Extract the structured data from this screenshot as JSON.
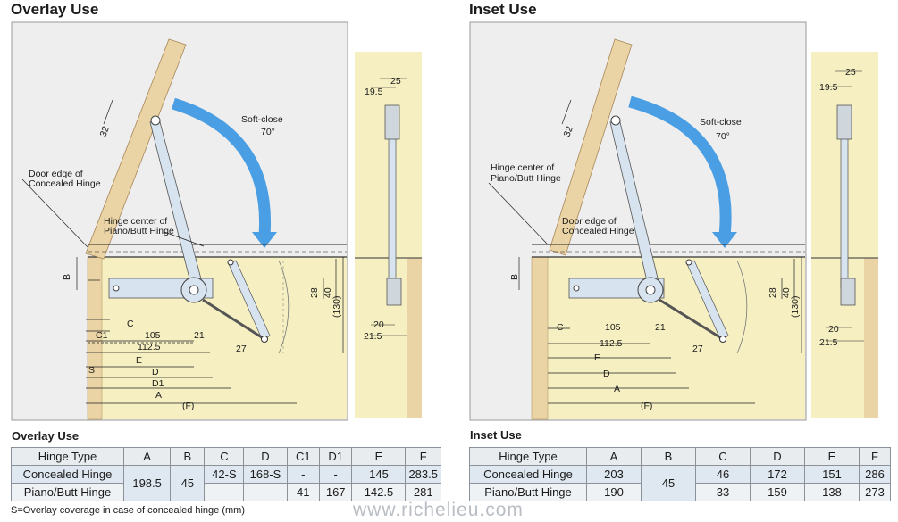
{
  "overlay": {
    "title": "Overlay Use",
    "labels": {
      "soft_close": "Soft-close",
      "angle": "70°",
      "door_edge_1": "Door edge of",
      "door_edge_2": "Concealed Hinge",
      "hinge_center_1": "Hinge center of",
      "hinge_center_2": "Piano/Butt Hinge",
      "dim_32": "32",
      "dim_B": "B",
      "dim_C": "C",
      "dim_C1": "C1",
      "dim_105": "105",
      "dim_21": "21",
      "dim_112_5": "112.5",
      "dim_27": "27",
      "dim_E": "E",
      "dim_S": "S",
      "dim_D": "D",
      "dim_D1": "D1",
      "dim_A": "A",
      "dim_F": "(F)",
      "dim_28": "28",
      "dim_40": "40",
      "dim_130": "(130)",
      "side_25": "25",
      "side_19_5": "19.5",
      "side_20": "20",
      "side_21_5": "21.5"
    },
    "table": {
      "title": "Overlay Use",
      "headers": [
        "Hinge Type",
        "A",
        "B",
        "C",
        "D",
        "C1",
        "D1",
        "E",
        "F"
      ],
      "rows": [
        {
          "type": "Concealed Hinge",
          "A": "198.5",
          "B": "45",
          "C": "42-S",
          "D": "168-S",
          "C1": "-",
          "D1": "-",
          "E": "145",
          "F": "283.5"
        },
        {
          "type": "Piano/Butt Hinge",
          "C": "-",
          "D": "-",
          "C1": "41",
          "D1": "167",
          "E": "142.5",
          "F": "281"
        }
      ]
    },
    "note": "S=Overlay coverage in case of concealed hinge (mm)"
  },
  "inset": {
    "title": "Inset Use",
    "labels": {
      "soft_close": "Soft-close",
      "angle": "70°",
      "hinge_center_1": "Hinge center of",
      "hinge_center_2": "Piano/Butt Hinge",
      "door_edge_1": "Door edge of",
      "door_edge_2": "Concealed Hinge",
      "dim_32": "32",
      "dim_B": "B",
      "dim_C": "C",
      "dim_105": "105",
      "dim_21": "21",
      "dim_112_5": "112.5",
      "dim_27": "27",
      "dim_E": "E",
      "dim_D": "D",
      "dim_A": "A",
      "dim_F": "(F)",
      "dim_28": "28",
      "dim_40": "40",
      "dim_130": "(130)",
      "side_25": "25",
      "side_19_5": "19.5",
      "side_20": "20",
      "side_21_5": "21.5"
    },
    "table": {
      "title": "Inset Use",
      "headers": [
        "Hinge Type",
        "A",
        "B",
        "C",
        "D",
        "E",
        "F"
      ],
      "rows": [
        {
          "type": "Concealed Hinge",
          "A": "203",
          "B": "45",
          "C": "46",
          "D": "172",
          "E": "151",
          "F": "286"
        },
        {
          "type": "Piano/Butt Hinge",
          "A": "190",
          "C": "33",
          "D": "159",
          "E": "138",
          "F": "273"
        }
      ]
    }
  },
  "watermark": "www.richelieu.com",
  "colors": {
    "panel": "#eeeeee",
    "cabinet": "#f5efc2",
    "wood": "#ead3a4",
    "arrow": "#4a9ee3",
    "support": "#d7e3ee"
  }
}
